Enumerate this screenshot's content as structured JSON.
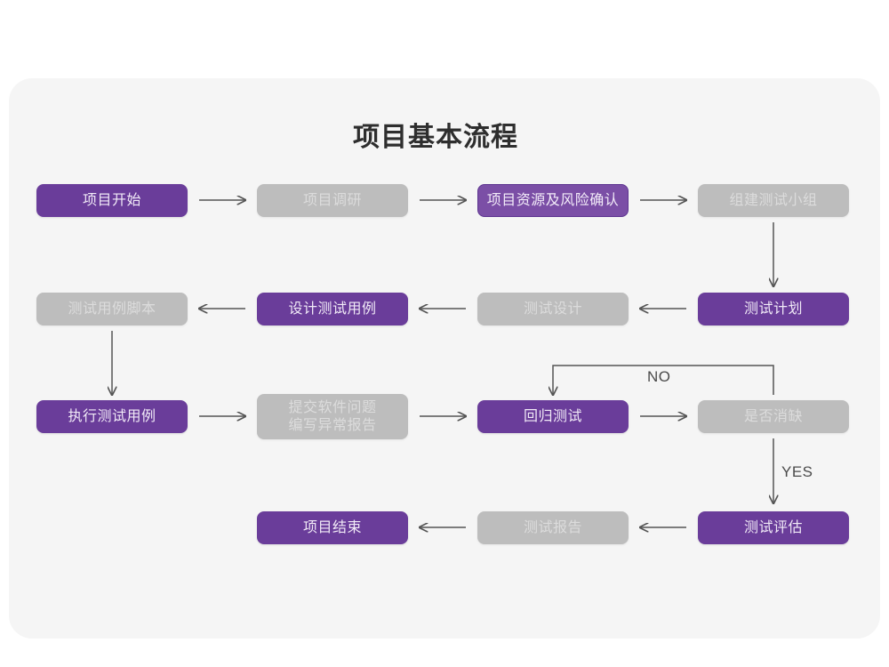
{
  "title": "项目基本流程",
  "colors": {
    "purple": "#6a3d9a",
    "purple_outline_fill": "#7b4fa6",
    "purple_outline_border": "#5d3590",
    "gray": "#bdbdbd",
    "gray_text": "#dcdcdc",
    "canvas": "#f5f5f5",
    "page": "#ffffff",
    "arrow": "#555555",
    "title_text": "#2e2e2e"
  },
  "nodes": [
    {
      "id": "project-start",
      "label": "项目开始",
      "style": "purple"
    },
    {
      "id": "project-research",
      "label": "项目调研",
      "style": "gray"
    },
    {
      "id": "resource-risk",
      "label": "项目资源及风险确认",
      "style": "purple-outline"
    },
    {
      "id": "build-test-team",
      "label": "组建测试小组",
      "style": "gray"
    },
    {
      "id": "test-plan",
      "label": "测试计划",
      "style": "purple"
    },
    {
      "id": "test-design",
      "label": "测试设计",
      "style": "gray"
    },
    {
      "id": "design-test-case",
      "label": "设计测试用例",
      "style": "purple"
    },
    {
      "id": "test-case-script",
      "label": "测试用例脚本",
      "style": "gray"
    },
    {
      "id": "execute-test-case",
      "label": "执行测试用例",
      "style": "purple"
    },
    {
      "id": "submit-bug-report",
      "label": "提交软件问题\n编写异常报告",
      "style": "gray"
    },
    {
      "id": "regression-test",
      "label": "回归测试",
      "style": "purple"
    },
    {
      "id": "defect-cleared",
      "label": "是否消缺",
      "style": "gray"
    },
    {
      "id": "test-evaluation",
      "label": "测试评估",
      "style": "purple"
    },
    {
      "id": "test-report",
      "label": "测试报告",
      "style": "gray"
    },
    {
      "id": "project-end",
      "label": "项目结束",
      "style": "purple"
    }
  ],
  "edge_labels": {
    "no": "NO",
    "yes": "YES"
  }
}
